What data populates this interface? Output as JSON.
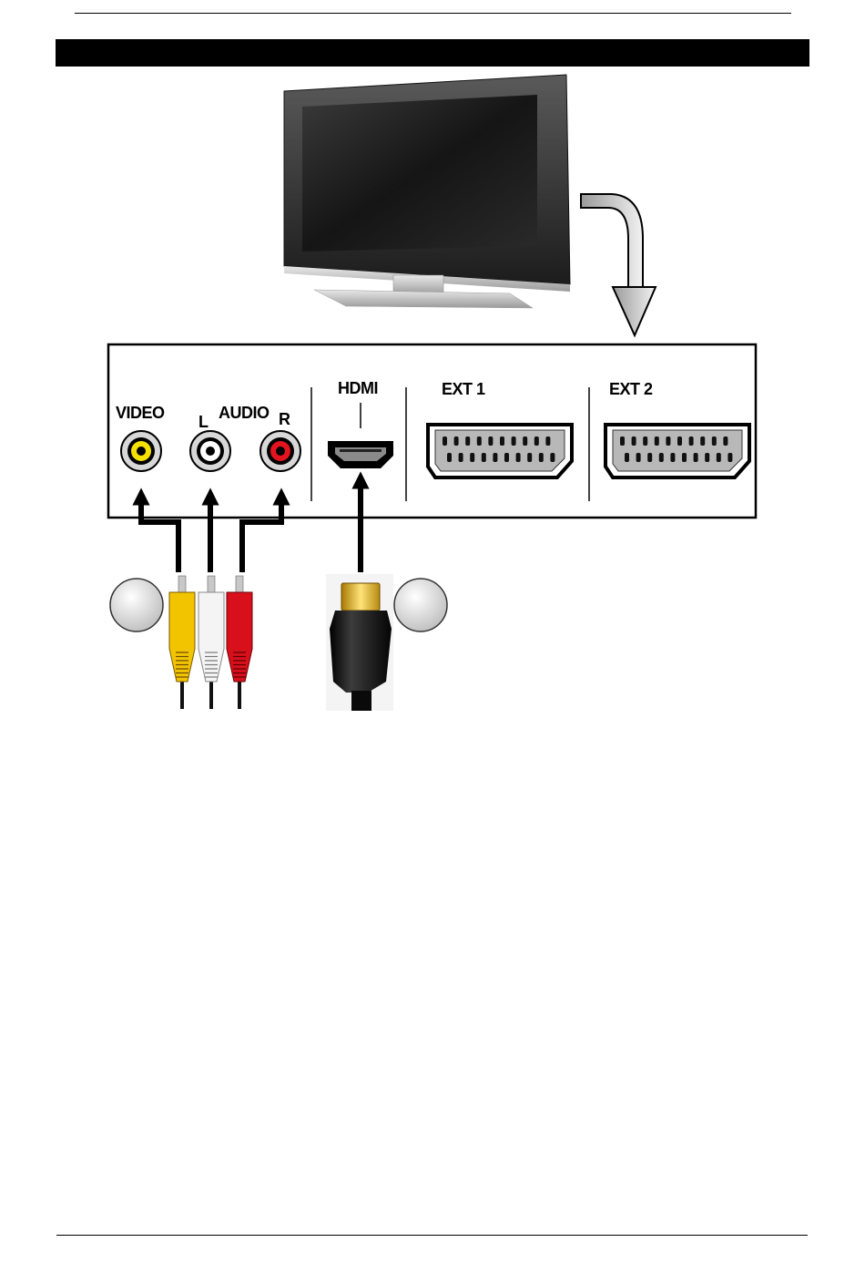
{
  "panel": {
    "video_label": "VIDEO",
    "audio_left_label": "L",
    "audio_label": "AUDIO",
    "audio_right_label": "R",
    "hdmi_label": "HDMI",
    "ext1_label": "EXT 1",
    "ext2_label": "EXT 2"
  },
  "colors": {
    "video_jack": "#f5e000",
    "audio_left_jack": "#ffffff",
    "audio_right_jack": "#e4141e",
    "rca_yellow_plug": "#f2c400",
    "rca_white_plug": "#f4f4f4",
    "rca_red_plug": "#d8101c"
  }
}
